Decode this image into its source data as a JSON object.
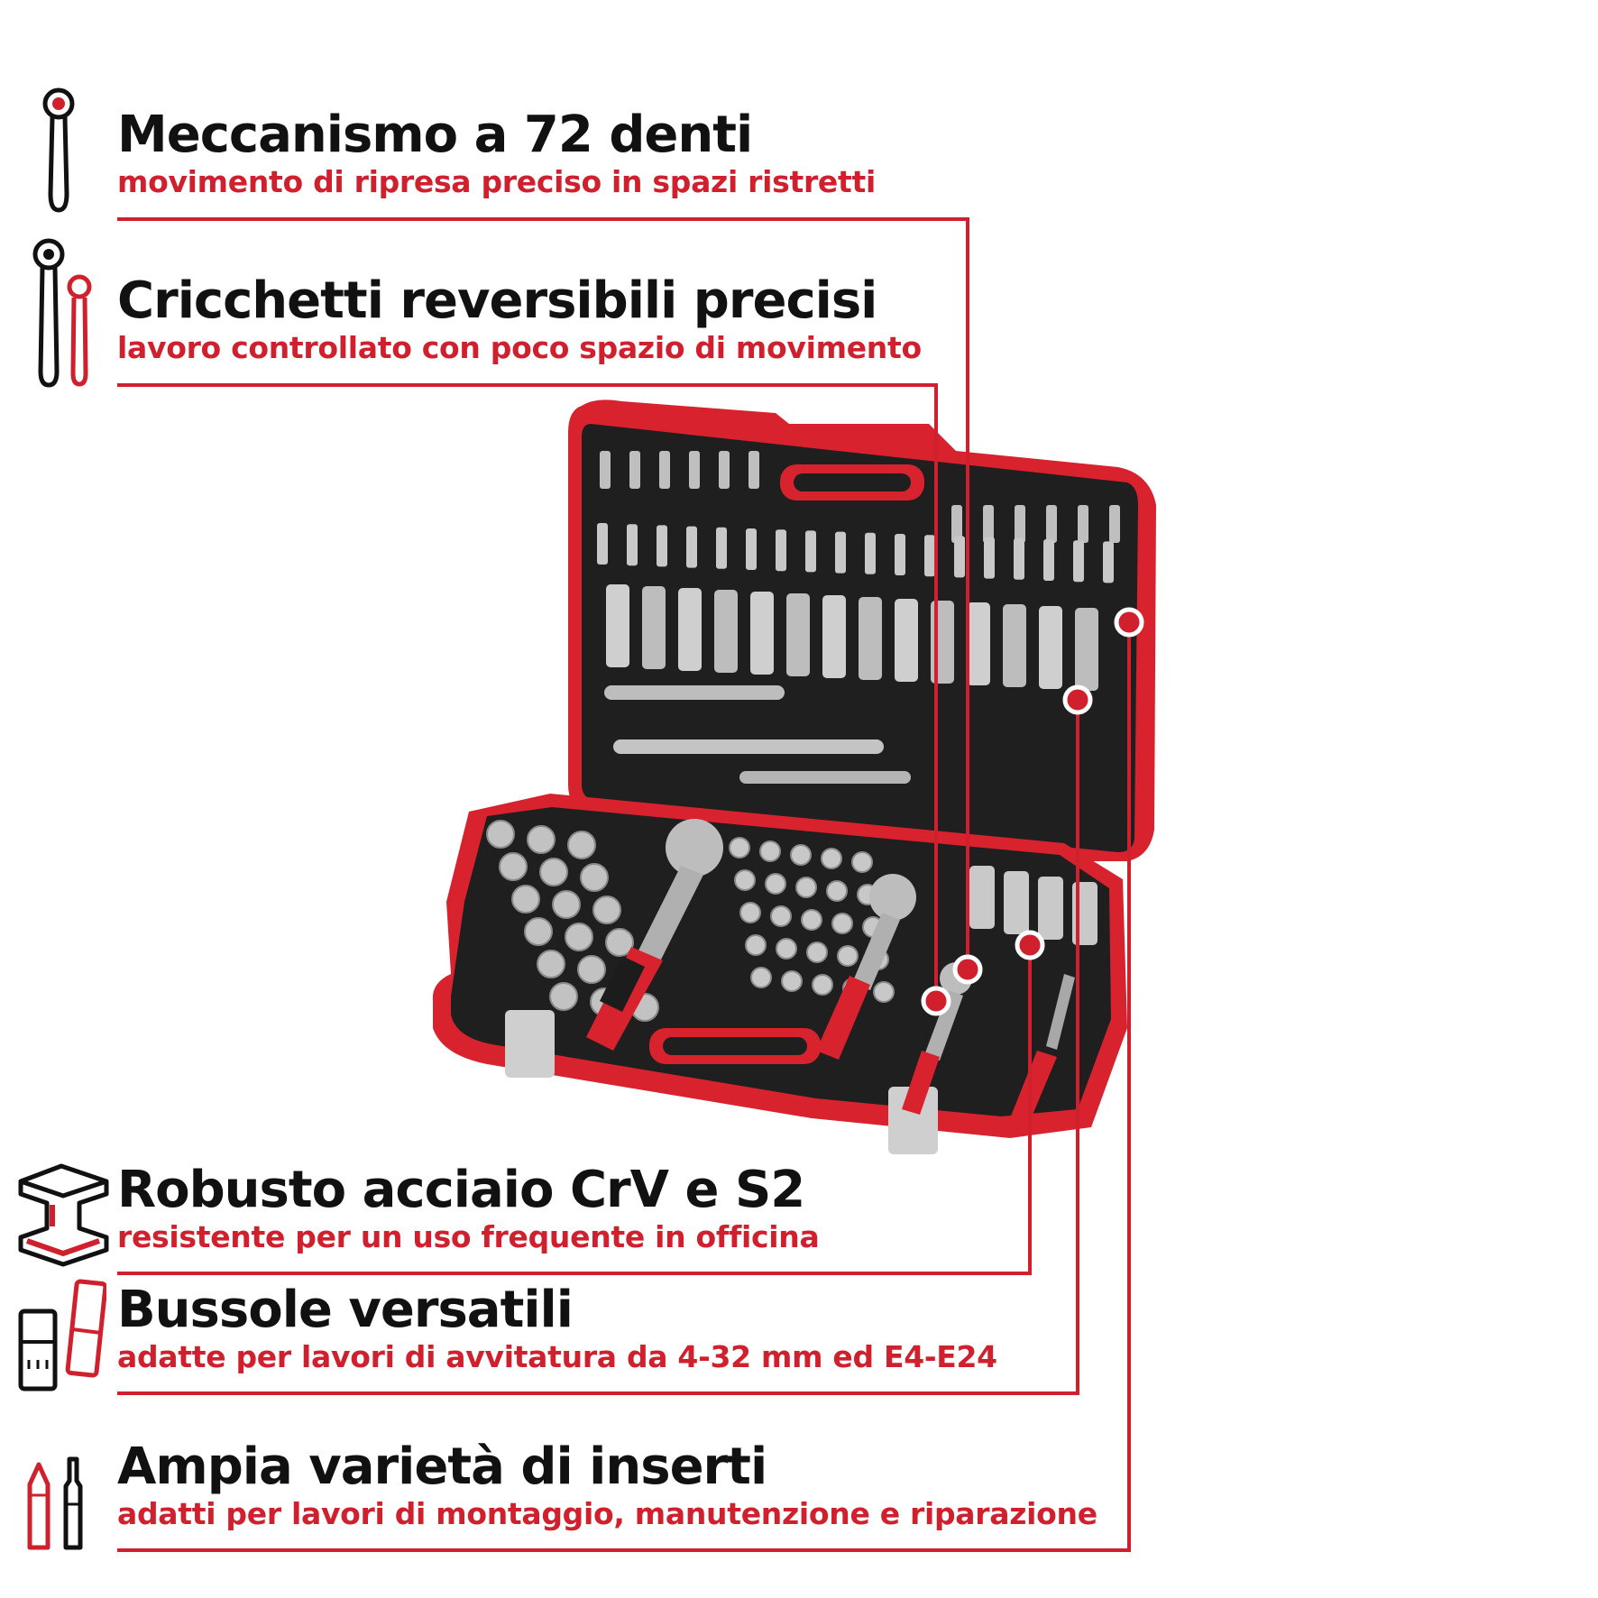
{
  "features": [
    {
      "title": "Meccanismo a 72 denti",
      "subtitle": "movimento di ripresa preciso in spazi ristretti",
      "icon": "ratchet-icon"
    },
    {
      "title": "Cricchetti reversibili precisi",
      "subtitle": "lavoro controllato con poco spazio di movimento",
      "icon": "double-ratchet-icon"
    },
    {
      "title": "Robusto acciaio CrV e S2",
      "subtitle": "resistente per un uso frequente in officina",
      "icon": "steel-beam-icon"
    },
    {
      "title": "Bussole versatili",
      "subtitle": "adatte per lavori di avvitatura da 4-32 mm ed E4-E24",
      "icon": "socket-icon"
    },
    {
      "title": "Ampia varietà di inserti",
      "subtitle": "adatti per lavori di montaggio, manutenzione e riparazione",
      "icon": "bit-icon"
    }
  ],
  "colors": {
    "accent": "#d0202e",
    "text": "#111111",
    "case_black": "#1e1e1e",
    "case_red": "#d8222e"
  }
}
